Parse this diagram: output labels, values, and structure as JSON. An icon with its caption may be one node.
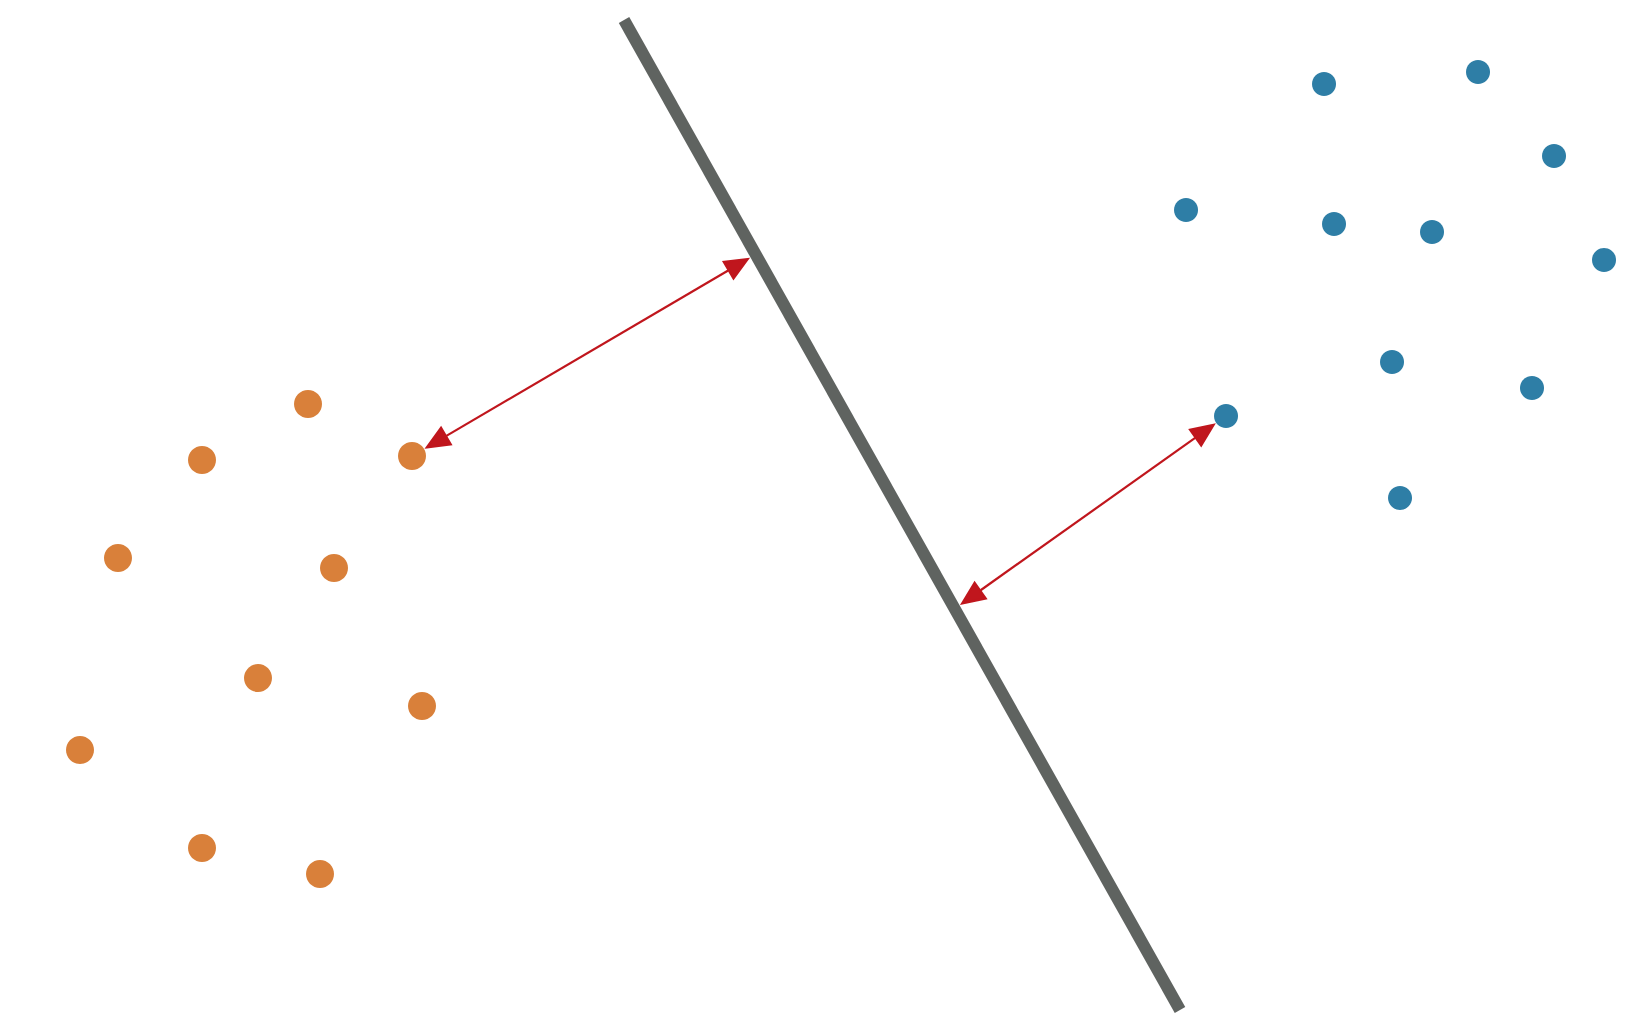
{
  "diagram": {
    "nodes": [
      {
        "text": [],
        "shape": "line"
      },
      {
        "text": [],
        "shape": "circle"
      },
      {
        "text": [],
        "shape": "circle"
      },
      {
        "text": [],
        "shape": "circle"
      },
      {
        "text": [],
        "shape": "circle"
      },
      {
        "text": [],
        "shape": "circle"
      },
      {
        "text": [],
        "shape": "circle"
      },
      {
        "text": [],
        "shape": "circle"
      },
      {
        "text": [],
        "shape": "circle"
      },
      {
        "text": [],
        "shape": "circle"
      },
      {
        "text": [],
        "shape": "circle"
      },
      {
        "text": [],
        "shape": "circle"
      },
      {
        "text": [],
        "shape": "circle"
      },
      {
        "text": [],
        "shape": "circle"
      },
      {
        "text": [],
        "shape": "circle"
      },
      {
        "text": [],
        "shape": "circle"
      },
      {
        "text": [],
        "shape": "circle"
      },
      {
        "text": [],
        "shape": "circle"
      },
      {
        "text": [],
        "shape": "circle"
      },
      {
        "text": [],
        "shape": "circle"
      },
      {
        "text": [],
        "shape": "circle"
      },
      {
        "text": [],
        "shape": "circle"
      }
    ],
    "edges": [
      {
        "from": 3,
        "to": 0,
        "arrow": "both"
      },
      {
        "from": 20,
        "to": 0,
        "arrow": "both"
      }
    ]
  }
}
